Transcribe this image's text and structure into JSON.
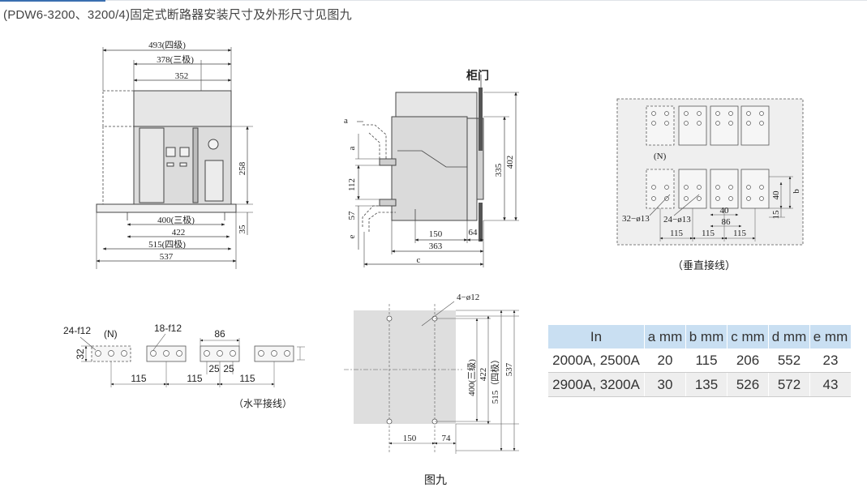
{
  "title": "(PDW6-3200、3200/4)固定式断路器安装尺寸及外形尺寸见图九",
  "front_view": {
    "dims": {
      "w493": "493(四级)",
      "w378": "378(三极)",
      "w352": "352",
      "w400": "400(三极)",
      "w422": "422",
      "w515": "515(四极)",
      "w537": "537",
      "h258": "258",
      "h35": "35"
    }
  },
  "side_view": {
    "door_label": "柜门",
    "dims": {
      "a_top": "a",
      "a_mid": "a",
      "h112": "112",
      "h57": "57",
      "e": "e",
      "w150": "150",
      "w64": "64",
      "w363": "363",
      "c": "c",
      "h335": "335",
      "h402": "402"
    }
  },
  "vertical_wiring": {
    "caption": "（垂直接线）",
    "dims": {
      "n": "(N)",
      "hole32": "32−ø13",
      "hole24": "24−ø13",
      "w115a": "115",
      "w115b": "115",
      "w115c": "115",
      "w40": "40",
      "w86": "86",
      "h40": "40",
      "b": "b",
      "h15": "15"
    }
  },
  "horizontal_wiring": {
    "caption": "（水平接线）",
    "dims": {
      "hole24": "24-f12",
      "n": "(N)",
      "hole18": "18-f12",
      "w86": "86",
      "h32": "32",
      "w25a": "25",
      "w25b": "25",
      "w115a": "115",
      "w115b": "115",
      "w115c": "115"
    }
  },
  "mount_view": {
    "dims": {
      "holes": "4−ø12",
      "h400": "400(三级)",
      "h422": "422",
      "h515": "515（四极）",
      "h537": "537",
      "w150": "150",
      "w74": "74"
    }
  },
  "figure_caption": "图九",
  "spec_table": {
    "headers": [
      "In",
      "a mm",
      "b mm",
      "c mm",
      "d mm",
      "e mm"
    ],
    "rows": [
      [
        "2000A, 2500A",
        "20",
        "115",
        "206",
        "552",
        "23"
      ],
      [
        "2900A, 3200A",
        "30",
        "135",
        "526",
        "572",
        "43"
      ]
    ]
  }
}
